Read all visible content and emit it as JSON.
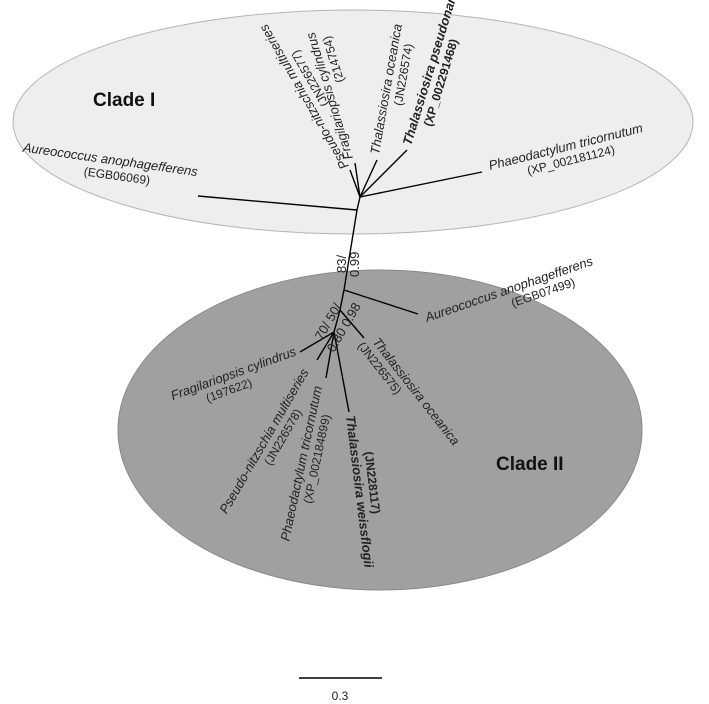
{
  "colors": {
    "clade1_fill": "#eeeeee",
    "clade2_fill": "#a0a0a0",
    "branch": "#000000"
  },
  "clade1": {
    "label": "Clade I",
    "taxa": [
      {
        "name": "Aureococcus anophagefferens",
        "accession": "(EGB06069)"
      },
      {
        "name": "Pseudo-nitzschia multiseries",
        "accession": "(JN226577)"
      },
      {
        "name": "Fragilariopsis cylindrus",
        "accession": "(214754)"
      },
      {
        "name": "Thalassiosira oceanica",
        "accession": "(JN226574)"
      },
      {
        "name": "Thalassiosira pseudonana",
        "accession": "(XP_002291468)"
      },
      {
        "name": "Phaeodactylum tricornutum",
        "accession": "(XP_002181124)"
      }
    ]
  },
  "clade2": {
    "label": "Clade II",
    "taxa": [
      {
        "name": "Aureococcus anophagefferens",
        "accession": "(EGB07499)"
      },
      {
        "name": "Thalassiosira oceanica",
        "accession": "(JN226575)"
      },
      {
        "name": "Fragilariopsis cylindrus",
        "accession": "(197622)"
      },
      {
        "name": "Pseudo-nitzschia multiseries",
        "accession": "(JN226578)"
      },
      {
        "name": "Phaeodactylum tricornutum",
        "accession": "(XP_002184899)"
      },
      {
        "name": "Thalassiosira weissflogii",
        "accession": "(JN228117)"
      }
    ]
  },
  "support": {
    "main_bootstrap": "83/",
    "main_posterior": "0.99",
    "inner_bootstrap": "70/ 50/",
    "inner_posterior": "0.80 0.98"
  },
  "scale_bar": {
    "label": "0.3"
  }
}
